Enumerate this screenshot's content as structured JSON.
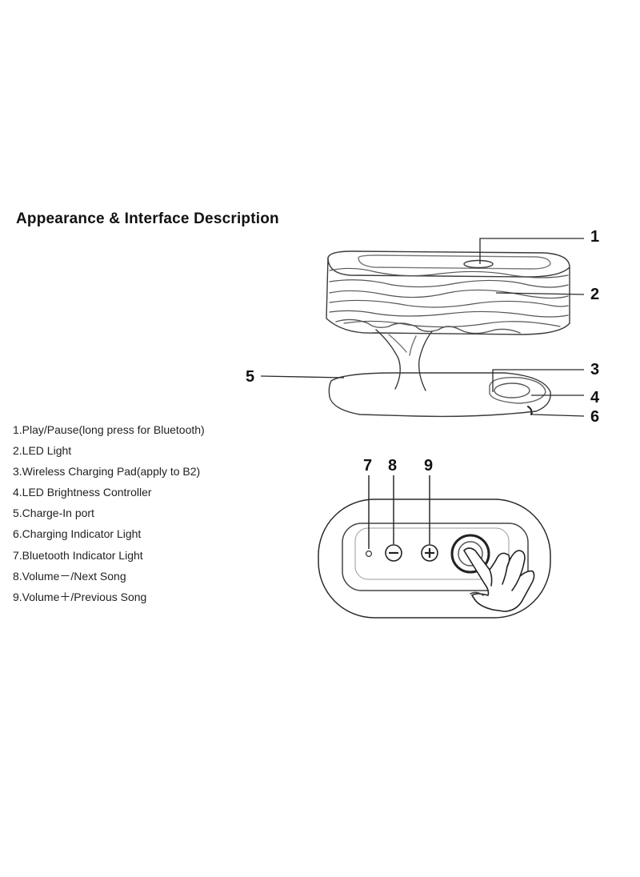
{
  "title": "Appearance & Interface Description",
  "legend": [
    "1.Play/Pause(long press for Bluetooth)",
    "2.LED Light",
    "3.Wireless Charging Pad(apply to B2)",
    "4.LED Brightness Controller",
    "5.Charge-In port",
    "6.Charging Indicator Light",
    "7.Bluetooth Indicator Light",
    "8.Volume－/Next Song",
    "9.Volume＋/Previous Song"
  ],
  "callouts": {
    "c1": "1",
    "c2": "2",
    "c3": "3",
    "c4": "4",
    "c5": "5",
    "c6": "6",
    "c7": "7",
    "c8": "8",
    "c9": "9"
  },
  "colors": {
    "line": "#2a2a2a",
    "light_line": "#8a8a8a"
  }
}
